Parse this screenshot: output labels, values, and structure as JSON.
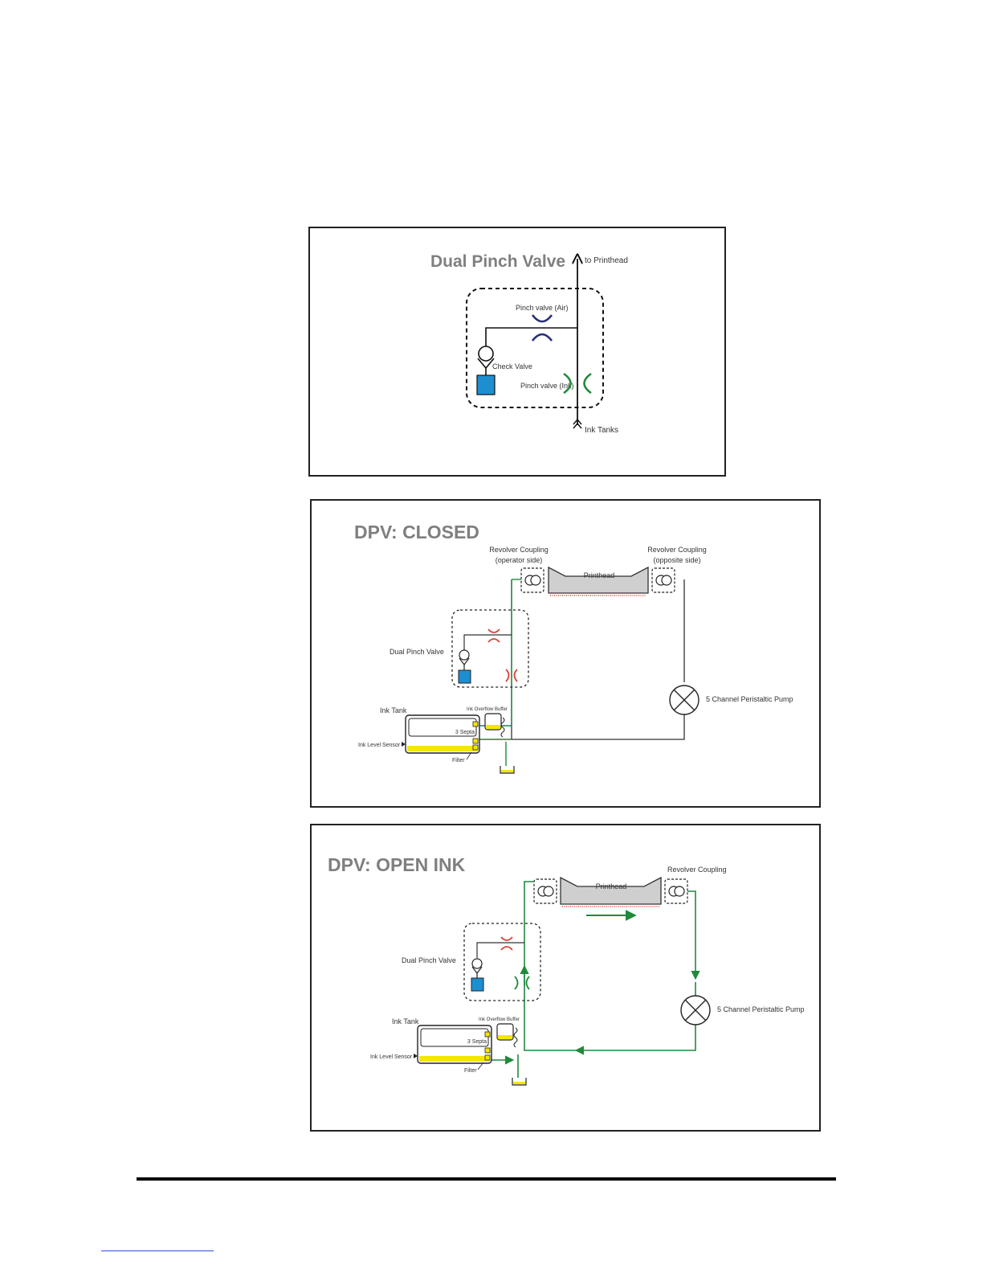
{
  "colors": {
    "ink": "#1f8a3b",
    "air": "#2b2f7a",
    "closed": "#d9433a",
    "check_valve_body": "#1d8fd1",
    "ink_yellow": "#f5e600",
    "title_gray": "#7f7f7f"
  },
  "panel1": {
    "title": "Dual Pinch Valve",
    "to_printhead": "to Printhead",
    "pinch_air": "Pinch valve (Air)",
    "check_valve": "Check Valve",
    "pinch_ink": "Pinch valve (Ink)",
    "ink_tanks": "Ink Tanks"
  },
  "panel2": {
    "title": "DPV: CLOSED",
    "coupling_left_1": "Revolver Coupling",
    "coupling_left_2": "(operator side)",
    "coupling_right_1": "Revolver Coupling",
    "coupling_right_2": "(opposite side)",
    "printhead": "Printhead",
    "dpv": "Dual Pinch Valve",
    "pump": "5 Channel Peristaltic Pump",
    "ink_tank": "Ink Tank",
    "overflow": "Ink Overflow Buffer",
    "septa": "3 Septa",
    "level_sensor": "Ink Level Sensor",
    "filter": "Filter"
  },
  "panel3": {
    "title": "DPV: OPEN INK",
    "coupling": "Revolver Coupling",
    "printhead": "Printhead",
    "dpv": "Dual Pinch Valve",
    "pump": "5 Channel Peristaltic Pump",
    "ink_tank": "Ink Tank",
    "overflow": "Ink Overflow Buffer",
    "septa": "3 Septa",
    "level_sensor": "Ink Level Sensor",
    "filter": "Filter"
  }
}
